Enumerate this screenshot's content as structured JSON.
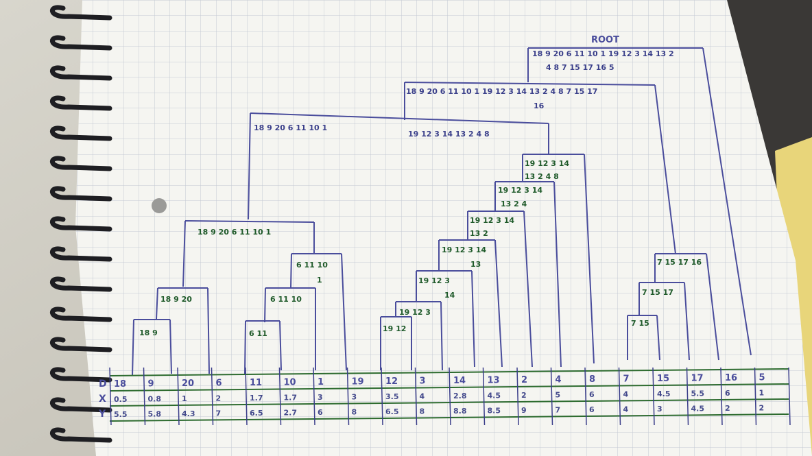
{
  "diagram": {
    "root_label": "ROOT",
    "clusters": [
      {
        "id": "c-root",
        "line1": "18 9 20 6 11 10 1 19 12 3 14 13 2",
        "line2": "4 8 7 15 17 16 5"
      },
      {
        "id": "c-big",
        "line1": "18 9 20 6 11 10 1 19 12 3 14 13 2 4 8 7 15 17",
        "line2": "16"
      },
      {
        "id": "c-left-top",
        "line1": "18 9 20 6 11 10 1",
        "line2": ""
      },
      {
        "id": "c-mid-top",
        "line1": "19 12 3 14 13 2 4 8",
        "line2": ""
      },
      {
        "id": "c-left",
        "line1": "18 9 20 6 11 10 1",
        "line2": ""
      },
      {
        "id": "c-6-11-10-1",
        "line1": "6 11 10",
        "line2": "1"
      },
      {
        "id": "c-18-9-20",
        "line1": "18 9 20",
        "line2": ""
      },
      {
        "id": "c-6-11-10",
        "line1": "6 11 10",
        "line2": ""
      },
      {
        "id": "c-18-9",
        "line1": "18 9",
        "line2": ""
      },
      {
        "id": "c-6-11",
        "line1": "6 11",
        "line2": ""
      },
      {
        "id": "c-19-12",
        "line1": "19 12",
        "line2": ""
      },
      {
        "id": "c-19-12-3",
        "line1": "19 12 3",
        "line2": ""
      },
      {
        "id": "c-19-12-3-14",
        "line1": "19 12 3",
        "line2": "14"
      },
      {
        "id": "c-19-12-3-14-13",
        "line1": "19 12 3 14",
        "line2": "13"
      },
      {
        "id": "c-19-12-3-14-13-2",
        "line1": "19 12 3 14",
        "line2": "13 2"
      },
      {
        "id": "c-19-12-3-14-13-2-4",
        "line1": "19 12 3 14",
        "line2": "13 2 4"
      },
      {
        "id": "c-19-12-3-14-13-2-4-8",
        "line1": "19 12 3 14",
        "line2": "13 2 4 8"
      },
      {
        "id": "c-7-15",
        "line1": "7 15",
        "line2": ""
      },
      {
        "id": "c-7-15-17",
        "line1": "7 15 17",
        "line2": ""
      },
      {
        "id": "c-7-15-17-16",
        "line1": "7 15 17 16",
        "line2": ""
      }
    ]
  },
  "table": {
    "rows": [
      {
        "label": "D",
        "values": [
          "18",
          "9",
          "20",
          "6",
          "11",
          "10",
          "1",
          "19",
          "12",
          "3",
          "14",
          "13",
          "2",
          "4",
          "8",
          "7",
          "15",
          "17",
          "16",
          "5"
        ]
      },
      {
        "label": "X",
        "values": [
          "0.5",
          "0.8",
          "1",
          "2",
          "1.7",
          "1.7",
          "3",
          "3",
          "3.5",
          "4",
          "2.8",
          "4.5",
          "2",
          "5",
          "6",
          "4",
          "4.5",
          "5.5",
          "6",
          "1"
        ]
      },
      {
        "label": "Y",
        "values": [
          "5.5",
          "5.8",
          "4.3",
          "7",
          "6.5",
          "2.7",
          "6",
          "8",
          "6.5",
          "8",
          "8.8",
          "8.5",
          "9",
          "7",
          "6",
          "4",
          "3",
          "4.5",
          "2",
          "2"
        ]
      }
    ]
  },
  "colors": {
    "paper": "#f4f4f0",
    "grid": "#c4c9d2",
    "ink_blue": "#4a4d9c",
    "ink_green": "#1f5a2a",
    "table_line": "#2d6b2f",
    "spiral": "#1e1e22"
  }
}
